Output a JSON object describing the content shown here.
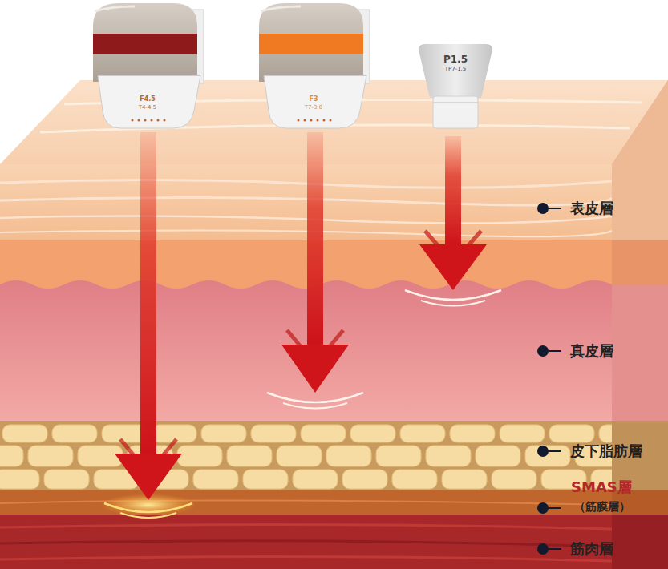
{
  "diagram": {
    "nodes": [
      {
        "text": [
          "F4.5",
          "T4-4.5"
        ]
      },
      {
        "text": [
          "F3",
          "T7-3.0"
        ]
      },
      {
        "text": [
          "P1.5",
          "TP7-1.5"
        ]
      }
    ],
    "labels": [
      "表皮層",
      "真皮層",
      "皮下脂肪層",
      "SMAS層",
      "（筋膜層）",
      "筋肉層"
    ]
  }
}
